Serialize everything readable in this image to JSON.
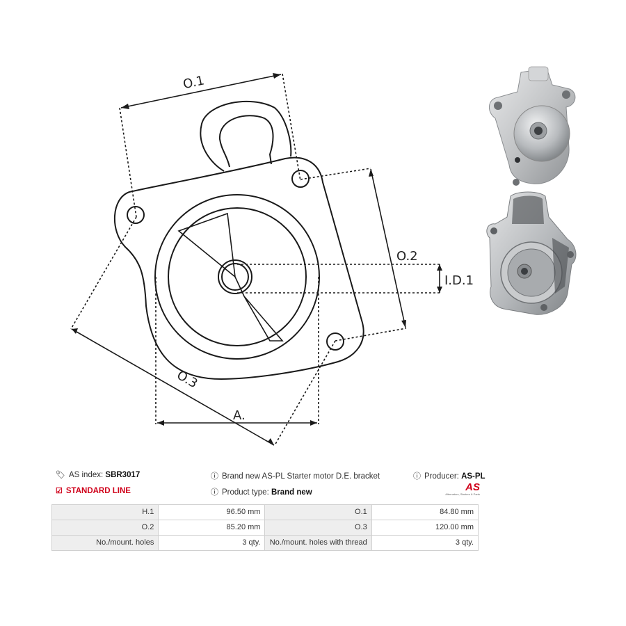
{
  "drawing": {
    "labels": {
      "o1": "O.1",
      "o2": "O.2",
      "o3": "O.3",
      "id1": "I.D.1",
      "a": "A."
    }
  },
  "photos": [
    {
      "name": "bracket-front-view"
    },
    {
      "name": "bracket-rear-view"
    }
  ],
  "info": {
    "as_index_label": "AS index:",
    "as_index_value": "SBR3017",
    "standard_line": "STANDARD LINE",
    "description": "Brand new AS-PL Starter motor D.E. bracket",
    "product_type_label": "Product type:",
    "product_type_value": "Brand new",
    "producer_label": "Producer:",
    "producer_value": "AS-PL"
  },
  "logo": {
    "mark": "AS",
    "tagline": "Alternators, Starters & Parts"
  },
  "specs": [
    {
      "label1": "H.1",
      "value1": "96.50 mm",
      "label2": "O.1",
      "value2": "84.80 mm"
    },
    {
      "label1": "O.2",
      "value1": "85.20 mm",
      "label2": "O.3",
      "value2": "120.00 mm"
    },
    {
      "label1": "No./mount. holes",
      "value1": "3 qty.",
      "label2": "No./mount. holes with thread",
      "value2": "3 qty."
    }
  ],
  "colors": {
    "accent": "#d0021b",
    "line": "#1a1a1a",
    "table_label_bg": "#eeeeee",
    "table_border": "#d0d0d0"
  }
}
